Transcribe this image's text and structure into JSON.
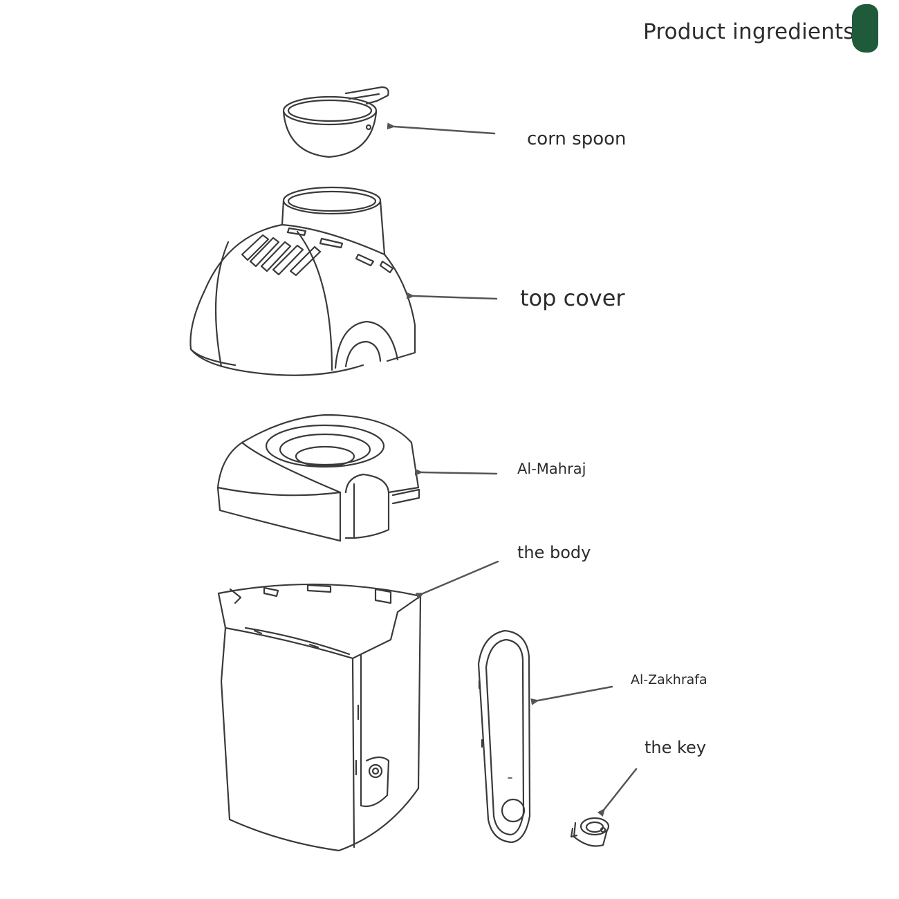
{
  "header": {
    "title": "Product ingredients",
    "accent_color": "#1f5a3a"
  },
  "parts": [
    {
      "id": "corn-spoon",
      "label": "corn spoon"
    },
    {
      "id": "top-cover",
      "label": "top cover"
    },
    {
      "id": "al-mahraj",
      "label": "Al-Mahraj"
    },
    {
      "id": "the-body",
      "label": "the body"
    },
    {
      "id": "al-zakhrafa",
      "label": "Al-Zakhrafa"
    },
    {
      "id": "the-key",
      "label": "the key"
    }
  ],
  "colors": {
    "line": "#3a3a3a",
    "arrow": "#555555"
  }
}
